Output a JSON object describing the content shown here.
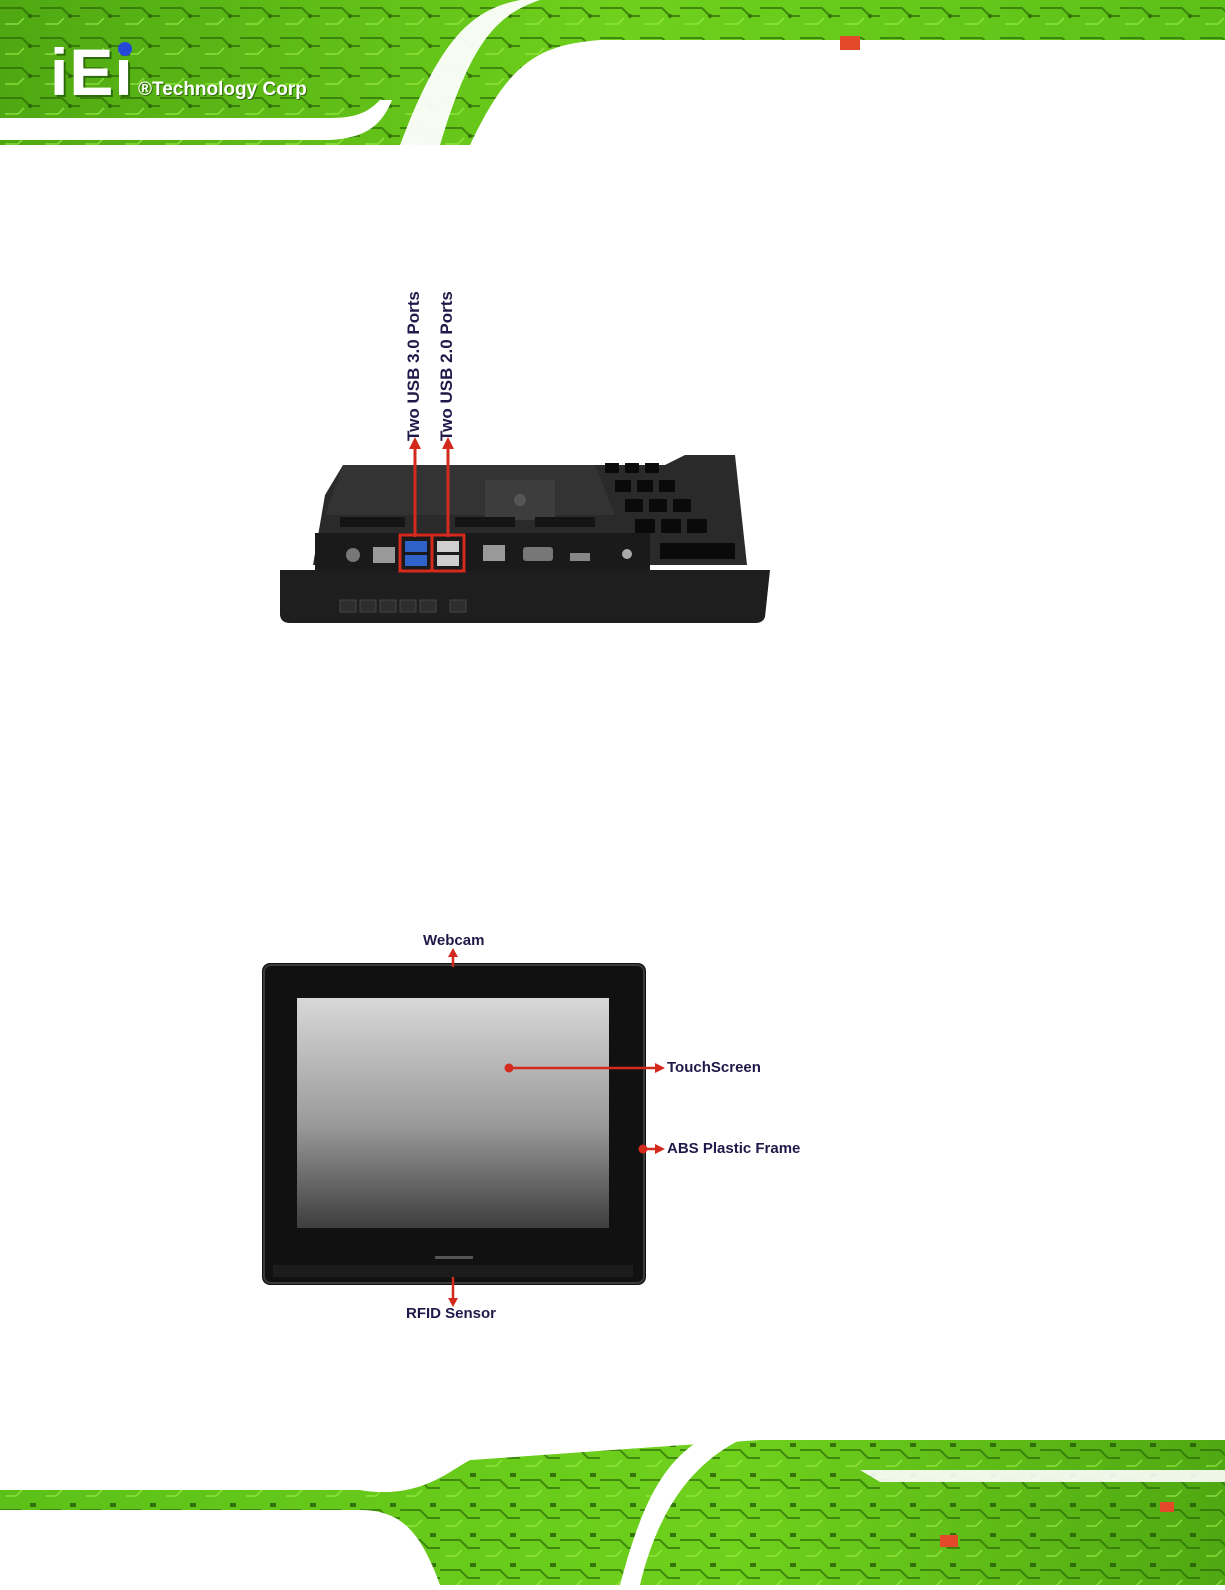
{
  "header": {
    "logo_letters": "iEi",
    "logo_tagline": "®Technology Corp"
  },
  "figure_rear": {
    "callouts": [
      "Two USB 3.0 Ports",
      "Two USB 2.0 Ports"
    ]
  },
  "figure_front": {
    "callouts": {
      "webcam": "Webcam",
      "touchscreen": "TouchScreen",
      "frame": "ABS Plastic Frame",
      "rfid": "RFID Sensor"
    }
  },
  "colors": {
    "pcb_green": "#6fd11c",
    "pcb_dark": "#2d6a08",
    "callout_red": "#d42a1e",
    "callout_text": "#1f1a4a"
  }
}
